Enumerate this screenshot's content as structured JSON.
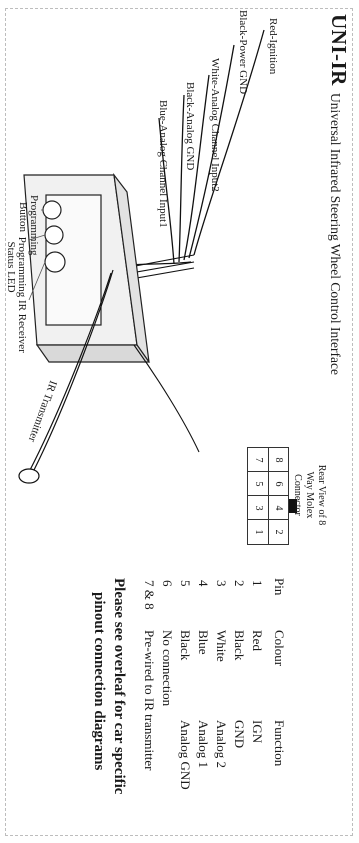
{
  "header": {
    "title": "UNI-IR",
    "subtitle": "Universal Infrared Steering Wheel Control Interface"
  },
  "wires": [
    {
      "label": "Red-Ignition"
    },
    {
      "label": "Black-Power GND"
    },
    {
      "label": "White-Analog Channel Input2"
    },
    {
      "label": "Black-Analog GND"
    },
    {
      "label": "Blue-Analog Channel Input1"
    }
  ],
  "device": {
    "programming_button": "Programming Button",
    "programming_status_led": "Programming Status LED",
    "ir_receiver": "IR Receiver",
    "ir_transmitter": "IR Transmitter"
  },
  "connector": {
    "caption": "Rear View of 8 Way Molex Connector",
    "top_row": [
      "8",
      "6",
      "4",
      "2"
    ],
    "bottom_row": [
      "7",
      "5",
      "3",
      "1"
    ]
  },
  "pin_table": {
    "headers": {
      "pin": "Pin",
      "colour": "Colour",
      "function": "Function"
    },
    "rows": [
      {
        "pin": "1",
        "colour": "Red",
        "function": "IGN"
      },
      {
        "pin": "2",
        "colour": "Black",
        "function": "GND"
      },
      {
        "pin": "3",
        "colour": "White",
        "function": "Analog 2"
      },
      {
        "pin": "4",
        "colour": "Blue",
        "function": "Analog 1"
      },
      {
        "pin": "5",
        "colour": "Black",
        "function": "Analog GND"
      },
      {
        "pin": "6",
        "colour": "No connection",
        "function": ""
      },
      {
        "pin": "7 & 8",
        "colour": "Pre-wired to IR transmitter",
        "function": ""
      }
    ]
  },
  "footer_note": {
    "line1": "Please see overleaf for car specific",
    "line2": "pinout connection diagrams"
  }
}
